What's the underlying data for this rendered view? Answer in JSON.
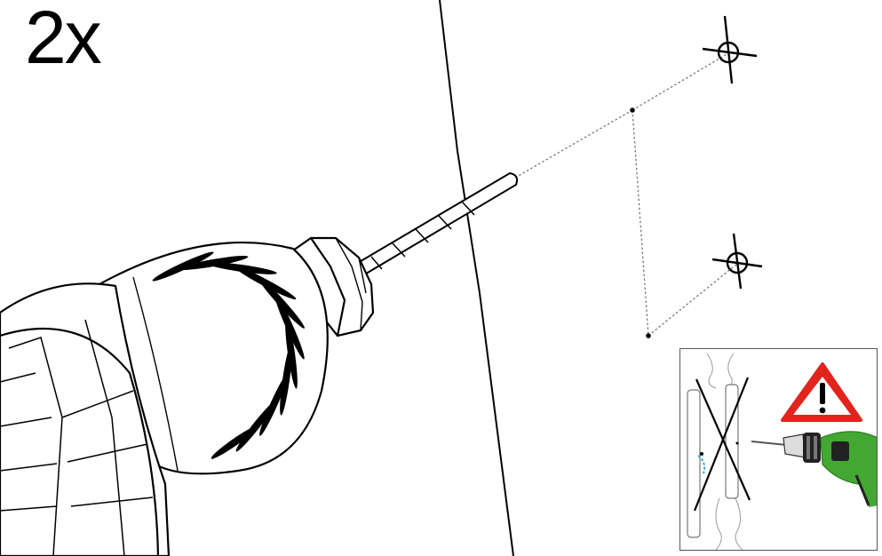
{
  "instruction": {
    "quantity_label": "2x"
  },
  "figure": {
    "subject": "drill-drilling-into-wall",
    "hole_count": 2
  },
  "warning_inset": {
    "icon": "warning-triangle-icon",
    "hidden_pipes_icon": "crossed-out-pipes-icon",
    "drill_icon": "green-drill-icon",
    "colors": {
      "warning_red": "#e1241d",
      "drill_green": "#43a832",
      "water_blue": "#3aa6d8"
    }
  }
}
